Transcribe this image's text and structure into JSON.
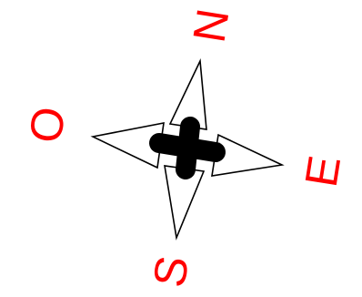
{
  "compass": {
    "north_label": "N",
    "east_label": "E",
    "south_label": "S",
    "west_label": "O",
    "label_color": "#ff0000",
    "outline_color": "#000000",
    "fill_color": "#ffffff"
  }
}
